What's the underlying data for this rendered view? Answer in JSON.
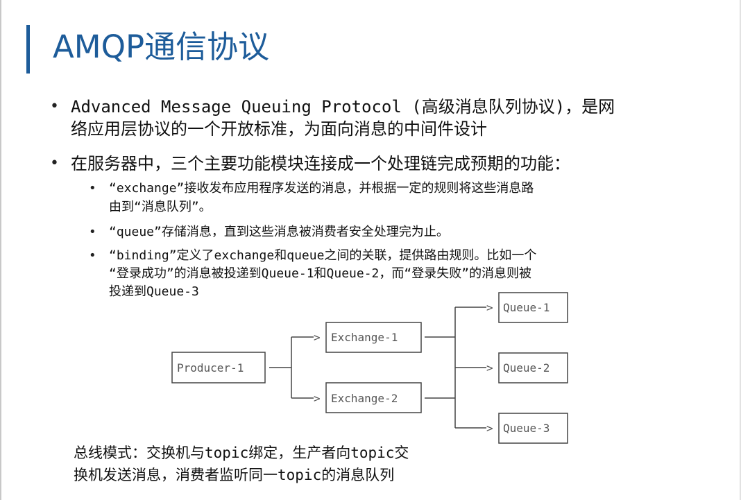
{
  "slide": {
    "title": "AMQP通信协议",
    "bullets": [
      {
        "lines": [
          "Advanced Message Queuing Protocol (高级消息队列协议)，是网",
          "络应用层协议的一个开放标准，为面向消息的中间件设计"
        ]
      },
      {
        "lines": [
          "在服务器中，三个主要功能模块连接成一个处理链完成预期的功能："
        ],
        "sub": [
          {
            "lines": [
              "“exchange”接收发布应用程序发送的消息，并根据一定的规则将这些消息路",
              "由到“消息队列”。"
            ]
          },
          {
            "lines": [
              "“queue”存储消息，直到这些消息被消费者安全处理完为止。"
            ]
          },
          {
            "lines": [
              "“binding”定义了exchange和queue之间的关联，提供路由规则。比如一个",
              "“登录成功”的消息被投递到Queue-1和Queue-2，而“登录失败”的消息则被",
              "投递到Queue-3"
            ]
          }
        ]
      }
    ],
    "bullet_marker": "•",
    "caption_lines": [
      "总线模式：交换机与topic绑定，生产者向topic交",
      "换机发送消息，消费者监听同一topic的消息队列"
    ]
  },
  "diagram": {
    "producer": "Producer-1",
    "exchanges": [
      "Exchange-1",
      "Exchange-2"
    ],
    "queues": [
      "Queue-1",
      "Queue-2",
      "Queue-3"
    ],
    "arrow_head": ">"
  },
  "colors": {
    "title": "#1d5c9a",
    "title_bar": "#1d5c9a",
    "text": "#111111",
    "diagram_text": "#555555",
    "diagram_stroke": "#444444"
  }
}
